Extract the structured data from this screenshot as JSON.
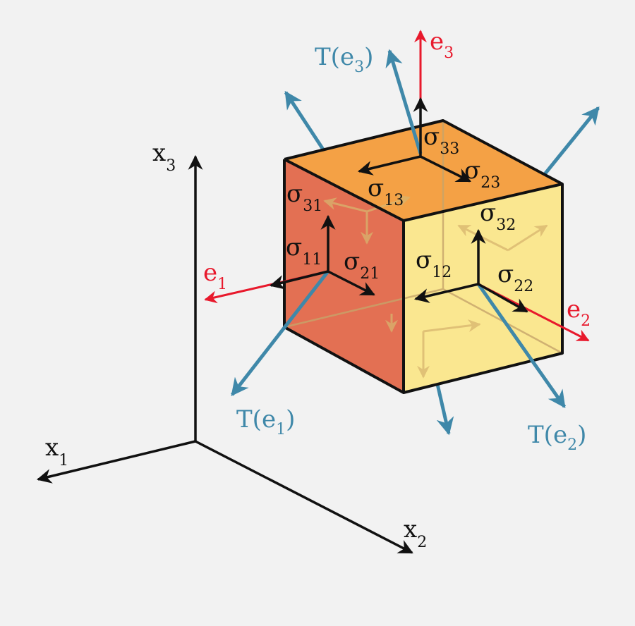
{
  "colors": {
    "background": "#f2f2f2",
    "face_top": "#f39c3b",
    "face_left": "#e2684a",
    "face_right": "#fae68a",
    "edge": "#111111",
    "traction": "#3f88a9",
    "basis": "#e8192c",
    "axis": "#111111",
    "hidden": "#c6b37a"
  },
  "axes": {
    "x1": {
      "base": "x",
      "sub": "1"
    },
    "x2": {
      "base": "x",
      "sub": "2"
    },
    "x3": {
      "base": "x",
      "sub": "3"
    }
  },
  "basis": {
    "e1": {
      "base": "e",
      "sub": "1"
    },
    "e2": {
      "base": "e",
      "sub": "2"
    },
    "e3": {
      "base": "e",
      "sub": "3"
    }
  },
  "traction": {
    "t1": {
      "pre": "T(e",
      "sub": "1",
      "post": ")"
    },
    "t2": {
      "pre": "T(e",
      "sub": "2",
      "post": ")"
    },
    "t3": {
      "pre": "T(e",
      "sub": "3",
      "post": ")"
    }
  },
  "stresses": {
    "s11": {
      "sym": "σ",
      "sub": "11"
    },
    "s12": {
      "sym": "σ",
      "sub": "12"
    },
    "s13": {
      "sym": "σ",
      "sub": "13"
    },
    "s21": {
      "sym": "σ",
      "sub": "21"
    },
    "s22": {
      "sym": "σ",
      "sub": "22"
    },
    "s23": {
      "sym": "σ",
      "sub": "23"
    },
    "s31": {
      "sym": "σ",
      "sub": "31"
    },
    "s32": {
      "sym": "σ",
      "sub": "32"
    },
    "s33": {
      "sym": "σ",
      "sub": "33"
    }
  }
}
